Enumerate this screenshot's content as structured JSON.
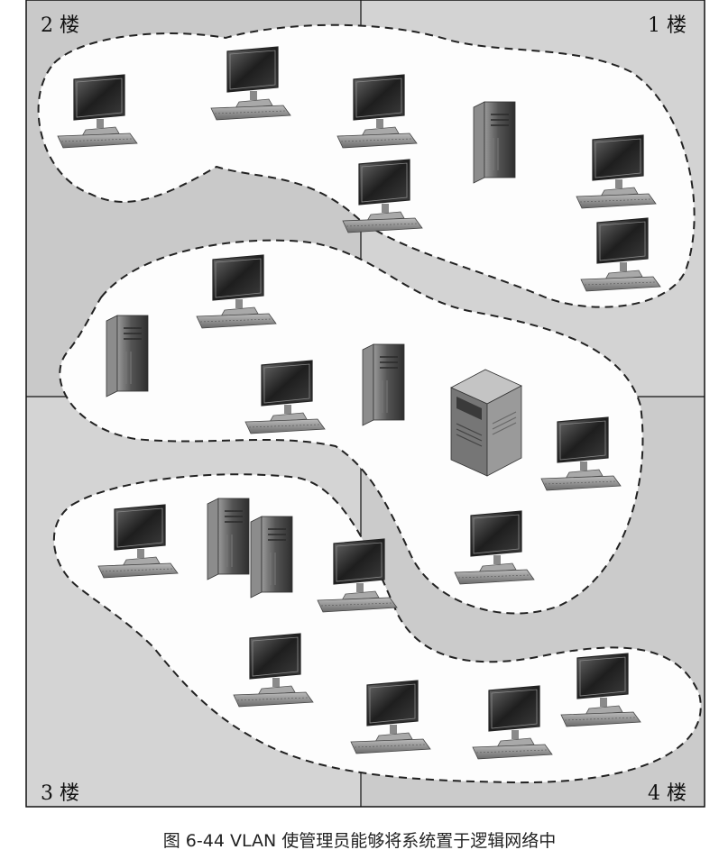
{
  "floors": {
    "f1": "1 楼",
    "f2": "2 楼",
    "f3": "3 楼",
    "f4": "4 楼"
  },
  "caption": "图 6-44    VLAN 使管理员能够将系统置于逻辑网络中",
  "colors": {
    "floor_fill": "#cfcfcf",
    "vlan_fill": "#fdfdfd",
    "outline": "#222222"
  },
  "icons": [
    "monitor-icon",
    "tower-server-icon",
    "rack-server-icon"
  ]
}
